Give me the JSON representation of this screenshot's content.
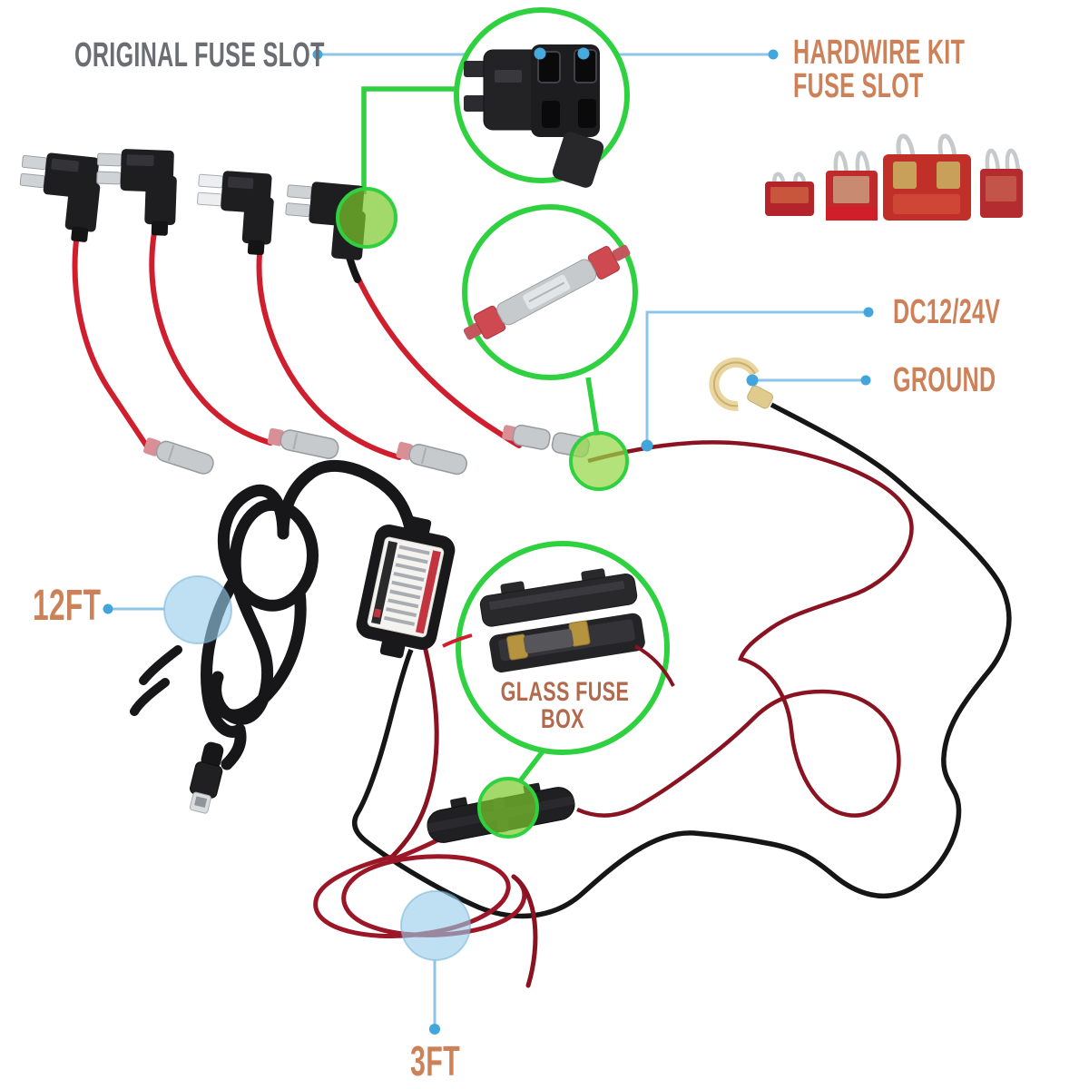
{
  "labels": {
    "original_fuse_slot": "ORIGINAL FUSE SLOT",
    "hardwire_kit_line1": "HARDWIRE KIT",
    "hardwire_kit_line2": "FUSE SLOT",
    "dc_voltage": "DC12/24V",
    "ground": "GROUND",
    "glass_fuse_line1": "GLASS FUSE",
    "glass_fuse_line2": "BOX",
    "cable_length_long": "12FT",
    "cable_length_short": "3FT"
  },
  "components": {
    "fuse_taps_count": 4,
    "spare_fuses_count": 4,
    "callouts": [
      "original-fuse-slot",
      "hardwire-kit-fuse-slot",
      "inline-glass-fuse",
      "dc-power",
      "ground-terminal",
      "glass-fuse-box",
      "12ft-cable",
      "3ft-cable"
    ]
  },
  "colors": {
    "label_gray": "#6a6e72",
    "label_orange": "#cc8159",
    "label_brown": "#b2694c",
    "callout_line_blue": "#8cc5e7",
    "callout_dot_blue": "#42a6dd",
    "highlight_green": "#2fd141",
    "highlight_green_fill": "#7cc72c",
    "highlight_blue_fill": "#97cdea",
    "wire_red": "#cf1f2e",
    "wire_dark_red": "#8a1322",
    "wire_black": "#161616",
    "fuse_red": "#bf2b2c",
    "terminal_silver": "#c6cacd",
    "ground_brass": "#e8d5a0"
  }
}
